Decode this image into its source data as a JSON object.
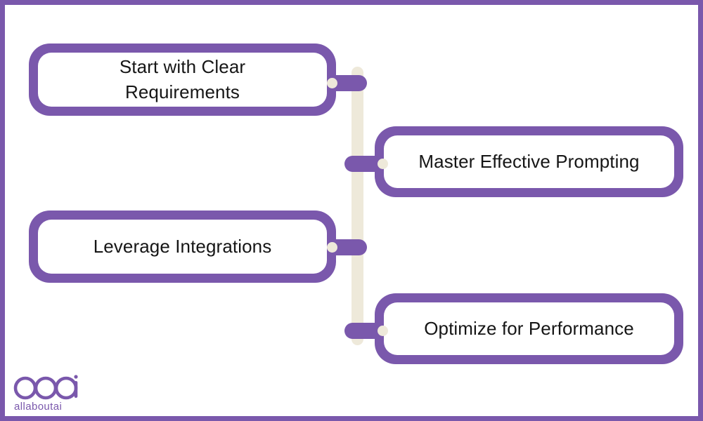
{
  "frame": {
    "border_color": "#7a58ac",
    "background": "#ffffff"
  },
  "theme": {
    "accent_purple": "#7a58ac",
    "spine_cream": "#eee9da",
    "text_dark": "#161616",
    "node_fill": "#ffffff"
  },
  "spine": {
    "name": "vertical-timeline-spine",
    "color": "#eee9da"
  },
  "nodes": [
    {
      "id": "node-1",
      "label": "Start with Clear\nRequirements",
      "side": "left"
    },
    {
      "id": "node-2",
      "label": "Master Effective Prompting",
      "side": "right"
    },
    {
      "id": "node-3",
      "label": "Leverage Integrations",
      "side": "left"
    },
    {
      "id": "node-4",
      "label": "Optimize for Performance",
      "side": "right"
    }
  ],
  "logo": {
    "mark": "aaa-monogram",
    "wordmark": "allaboutai",
    "color": "#7a58ac"
  }
}
